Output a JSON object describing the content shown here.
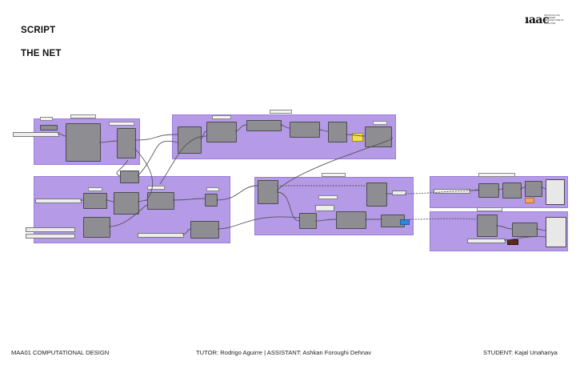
{
  "header": {
    "script_label": "SCRIPT",
    "section_title": "THE NET"
  },
  "logo": {
    "mark": "ıaac",
    "tagline": "INSTITUTE FOR ADVANCED ARCHITECTURE OF CATALONIA"
  },
  "footer": {
    "course": "MAA01 COMPUTATIONAL DESIGN",
    "staff": "TUTOR: Rodrigo Aguirre | ASSISTANT: Ashkan Foroughi Dehnav",
    "student": "STUDENT: Kajal Unahariya"
  },
  "colors": {
    "group_fill": "#b59ae8",
    "component_fill": "#8d8d92",
    "wire": "#555555",
    "swatch_yellow": "#f2e14a",
    "swatch_blue": "#2f86e0",
    "swatch_brown": "#5a2a1a",
    "swatch_orange": "#f0a860"
  }
}
